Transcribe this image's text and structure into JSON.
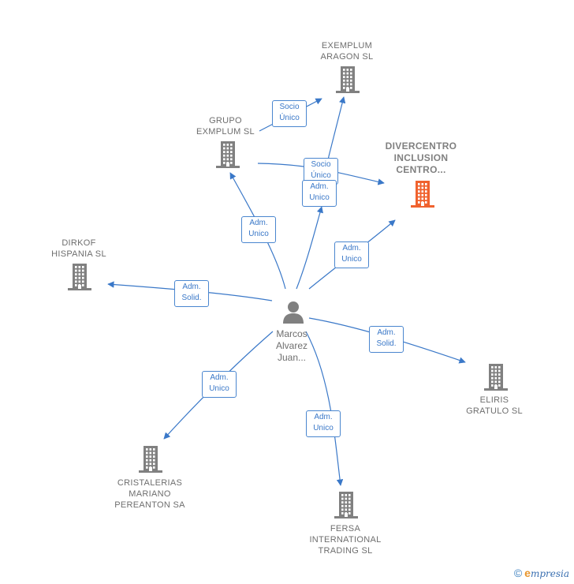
{
  "colors": {
    "edge": "#3a78c8",
    "building": "#808080",
    "highlight": "#f0622e",
    "person": "#808080"
  },
  "nodes": [
    {
      "id": "exemplum_aragon",
      "label": "EXEMPLUM\nARAGON  SL",
      "type": "company",
      "icon": "building-icon"
    },
    {
      "id": "grupo_exemplum",
      "label": "GRUPO\nEXMPLUM  SL",
      "type": "company",
      "icon": "building-icon"
    },
    {
      "id": "divercentro",
      "label": "DIVERCENTRO\nINCLUSION\nCENTRO...",
      "type": "company",
      "highlight": true,
      "icon": "building-icon"
    },
    {
      "id": "dirkof",
      "label": "DIRKOF\nHISPANIA  SL",
      "type": "company",
      "icon": "building-icon"
    },
    {
      "id": "marcos",
      "label": "Marcos\nAlvarez\nJuan...",
      "type": "person",
      "icon": "person-icon"
    },
    {
      "id": "eliris",
      "label": "ELIRIS\nGRATULO  SL",
      "type": "company",
      "icon": "building-icon"
    },
    {
      "id": "cristalerias",
      "label": "CRISTALERIAS\nMARIANO\nPEREANTON SA",
      "type": "company",
      "icon": "building-icon"
    },
    {
      "id": "fersa",
      "label": "FERSA\nINTERNATIONAL\nTRADING SL",
      "type": "company",
      "icon": "building-icon"
    }
  ],
  "edges": [
    {
      "from": "grupo_exemplum",
      "to": "exemplum_aragon",
      "label": "Socio\nÚnico"
    },
    {
      "from": "grupo_exemplum",
      "to": "divercentro",
      "label": "Socio\nÚnico"
    },
    {
      "from": "marcos",
      "to": "exemplum_aragon",
      "label": "Adm.\nUnico"
    },
    {
      "from": "marcos",
      "to": "grupo_exemplum",
      "label": "Adm.\nUnico"
    },
    {
      "from": "marcos",
      "to": "divercentro",
      "label": "Adm.\nUnico"
    },
    {
      "from": "marcos",
      "to": "dirkof",
      "label": "Adm.\nSolid."
    },
    {
      "from": "marcos",
      "to": "eliris",
      "label": "Adm.\nSolid."
    },
    {
      "from": "marcos",
      "to": "cristalerias",
      "label": "Adm.\nUnico"
    },
    {
      "from": "marcos",
      "to": "fersa",
      "label": "Adm.\nUnico"
    }
  ],
  "footer": {
    "copyright_symbol": "©",
    "brand_initial": "e",
    "brand_rest": "mpresia"
  }
}
